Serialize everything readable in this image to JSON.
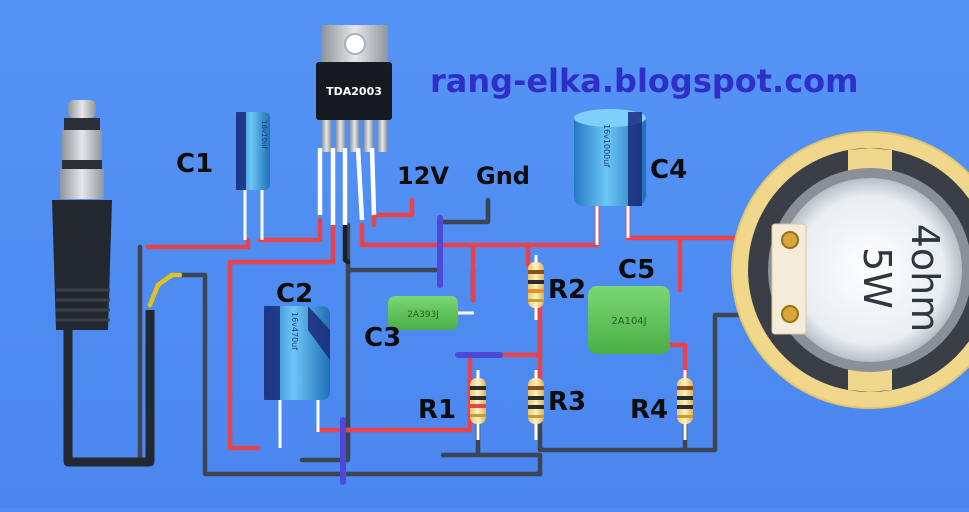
{
  "watermark": "rang-elka.blogspot.com",
  "chip": {
    "part": "TDA2003"
  },
  "power": {
    "v12": "12V",
    "gnd": "Gnd"
  },
  "labels": {
    "c1": "C1",
    "c2": "C2",
    "c3": "C3",
    "c4": "C4",
    "c5": "C5",
    "r1": "R1",
    "r2": "R2",
    "r3": "R3",
    "r4": "R4"
  },
  "component_markings": {
    "c1": "16v10uf",
    "c2": "16v470uf",
    "c3": "2A393J",
    "c4": "16v1000uf",
    "c5": "2A104J"
  },
  "speaker": {
    "impedance": "4ohm",
    "power": "5W"
  },
  "colors": {
    "board": "#4f8cf2",
    "wire_red": "#e8424a",
    "wire_gray": "#3d4452",
    "wire_yellow": "#e6c21c",
    "jumper_blue": "#4b49d6",
    "cap_blue": "#3da0e2",
    "cap_green": "#5fc85a",
    "speaker_rim": "#f0d78c"
  },
  "icons": [
    "audio-jack-icon",
    "speaker-icon"
  ]
}
